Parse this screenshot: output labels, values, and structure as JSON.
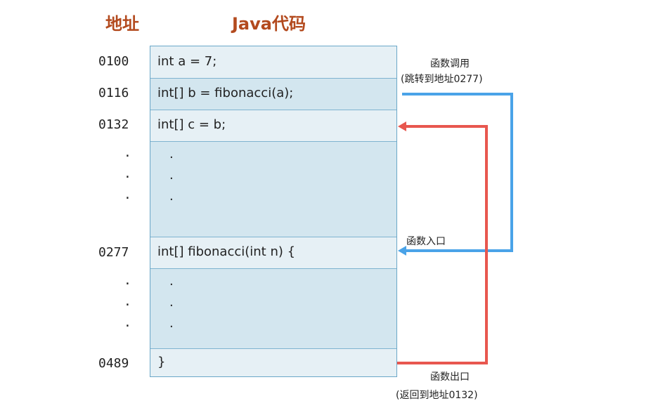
{
  "headers": {
    "address": "地址",
    "code": "Java代码"
  },
  "addresses": [
    "0100",
    "0116",
    "0132",
    "0277",
    "0489"
  ],
  "dots": "·",
  "code_lines": {
    "line1": "int a = 7;",
    "line2": "int[] b = fibonacci(a);",
    "line3": "int[] c = b;",
    "line4": "int[] fibonacci(int n) {",
    "line5": "}"
  },
  "annotations": {
    "call_title": "函数调用",
    "call_detail": "(跳转到地址0277)",
    "entry": "函数入口",
    "exit_title": "函数出口",
    "exit_detail": "(返回到地址0132)"
  },
  "colors": {
    "call_arrow": "#4aa3e8",
    "return_arrow": "#e8574f",
    "header": "#b34a1e"
  }
}
